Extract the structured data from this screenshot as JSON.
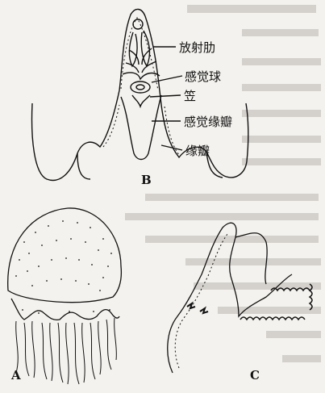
{
  "figure": {
    "panels": [
      {
        "id": "B",
        "letter": "B"
      },
      {
        "id": "A",
        "letter": "A"
      },
      {
        "id": "C",
        "letter": "C"
      }
    ],
    "labels": {
      "radial_ribs": "放射肋",
      "sense_ball": "感觉球",
      "bell": "笠",
      "sensory_lappet": "感觉缘瓣",
      "lappet": "缘瓣"
    }
  },
  "colors": {
    "ink": "#111111",
    "paper": "#f4f2ee"
  }
}
